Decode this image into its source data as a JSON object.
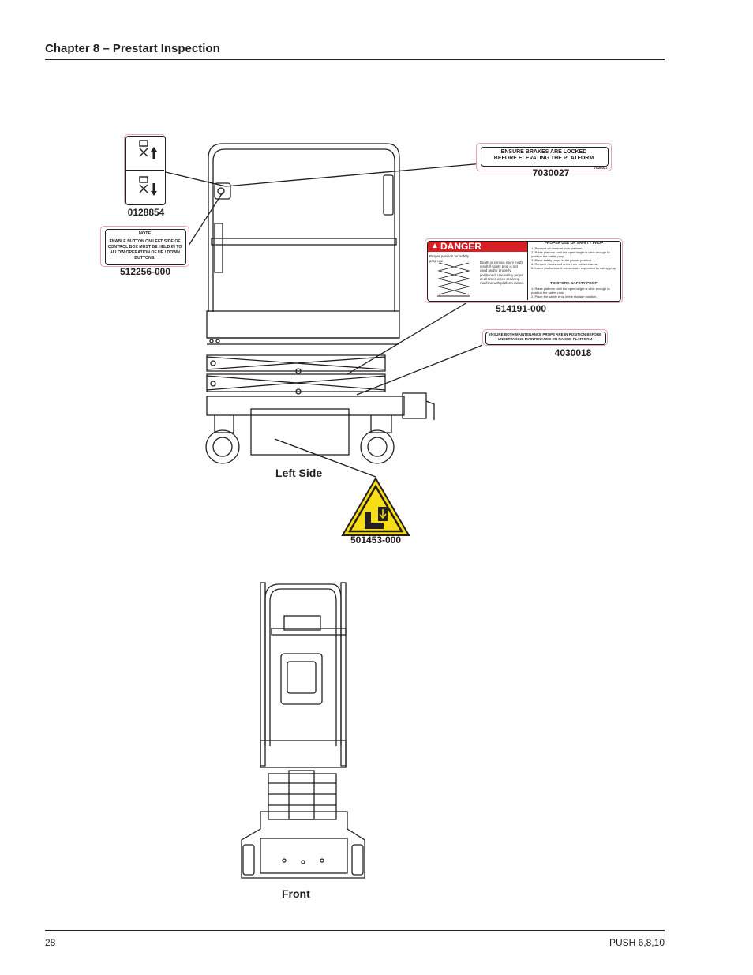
{
  "header": {
    "title": "Chapter 8 – Prestart Inspection"
  },
  "footer": {
    "page_number": "28",
    "product": "PUSH 6,8,10"
  },
  "views": {
    "left_side": "Left Side",
    "front": "Front"
  },
  "decals": {
    "d0128854": {
      "part": "0128854"
    },
    "d512256": {
      "part": "512256-000",
      "heading": "NOTE",
      "text": "ENABLE BUTTON ON LEFT SIDE OF CONTROL BOX MUST BE HELD IN TO ALLOW OPERATION OF UP / DOWN BUTTONS."
    },
    "d7030027": {
      "part": "7030027",
      "line1": "ENSURE BRAKES ARE LOCKED",
      "line2": "BEFORE ELEVATING THE PLATFORM",
      "corner": "7030027"
    },
    "d514191": {
      "part": "514191-000",
      "danger": "DANGER",
      "caption_left": "Proper position for safety prop use",
      "warning": "Death or serious injury might result if safety prop is not used and/or properly positioned. Use safety props at all times when servicing machine with platform raised.",
      "title1": "PROPER USE OF SAFETY PROP",
      "steps1": [
        "1. Remove all material from platform.",
        "2. Raise platform until the open height is wide enough to position the safety prop.",
        "3. Place safety props in the proper position.",
        "4. Remove hands and arms from scissors area.",
        "5. Lower platform until scissors are supported by safety prop."
      ],
      "title2": "TO STORE SAFETY PROP",
      "steps2": [
        "1. Raise platform until the open height is wide enough to position the safety prop.",
        "2. Place the safety prop in the storage position."
      ]
    },
    "d4030018": {
      "part": "4030018",
      "line1": "ENSURE BOTH MAINTENANCE PROPS ARE IN POSITION BEFORE",
      "line2": "UNDERTAKING MAINTENANCE ON RAISED PLATFORM"
    },
    "d501453": {
      "part": "501453-000"
    }
  },
  "colors": {
    "ink": "#231f20",
    "danger_red": "#d71f26",
    "warning_yellow": "#f7dd16",
    "decal_outline": "#e7a3b4"
  }
}
